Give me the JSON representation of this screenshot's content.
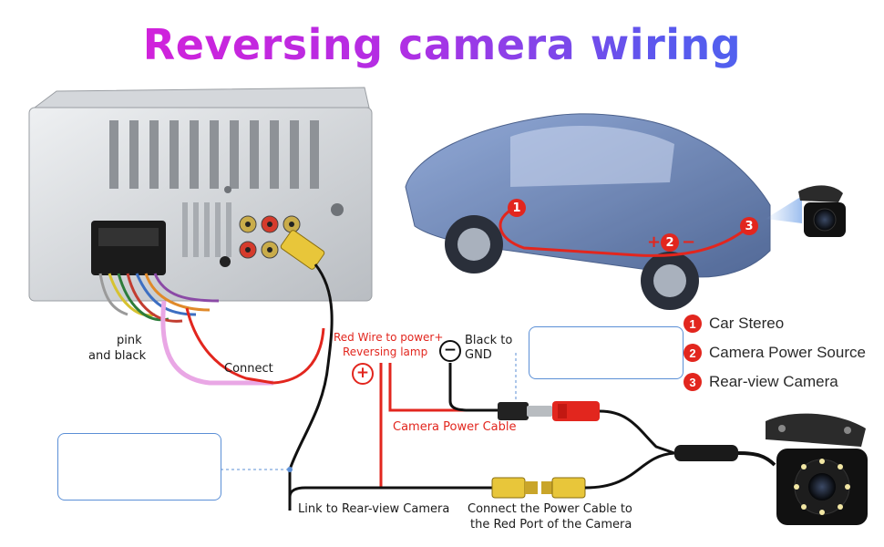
{
  "title": "Reversing camera wiring",
  "labels": {
    "pink_black_line1": "pink",
    "pink_black_line2": "and black",
    "connect": "Connect",
    "red_wire_line1": "Red Wire to power+",
    "red_wire_line2": "Reversing lamp",
    "black_line1": "Black to",
    "black_line2": "GND",
    "camera_power_cable": "Camera Power Cable",
    "link_rear": "Link to Rear-view Camera",
    "connect_power_line1": "Connect the Power Cable to",
    "connect_power_line2": "the Red Port of the Camera"
  },
  "legend": [
    {
      "num": "1",
      "label": "Car Stereo"
    },
    {
      "num": "2",
      "label": "Camera Power Source"
    },
    {
      "num": "3",
      "label": "Rear-view Camera"
    }
  ],
  "car_markers": {
    "m1": "1",
    "m2": "2",
    "m3": "3",
    "plus": "+",
    "minus": "−"
  },
  "symbols": {
    "plus": "+",
    "minus": "−"
  },
  "colors": {
    "accent_red": "#e2261e",
    "inset_border": "#5b8fd6",
    "wire_black": "#111111",
    "car_blue": "#4a6fae"
  }
}
